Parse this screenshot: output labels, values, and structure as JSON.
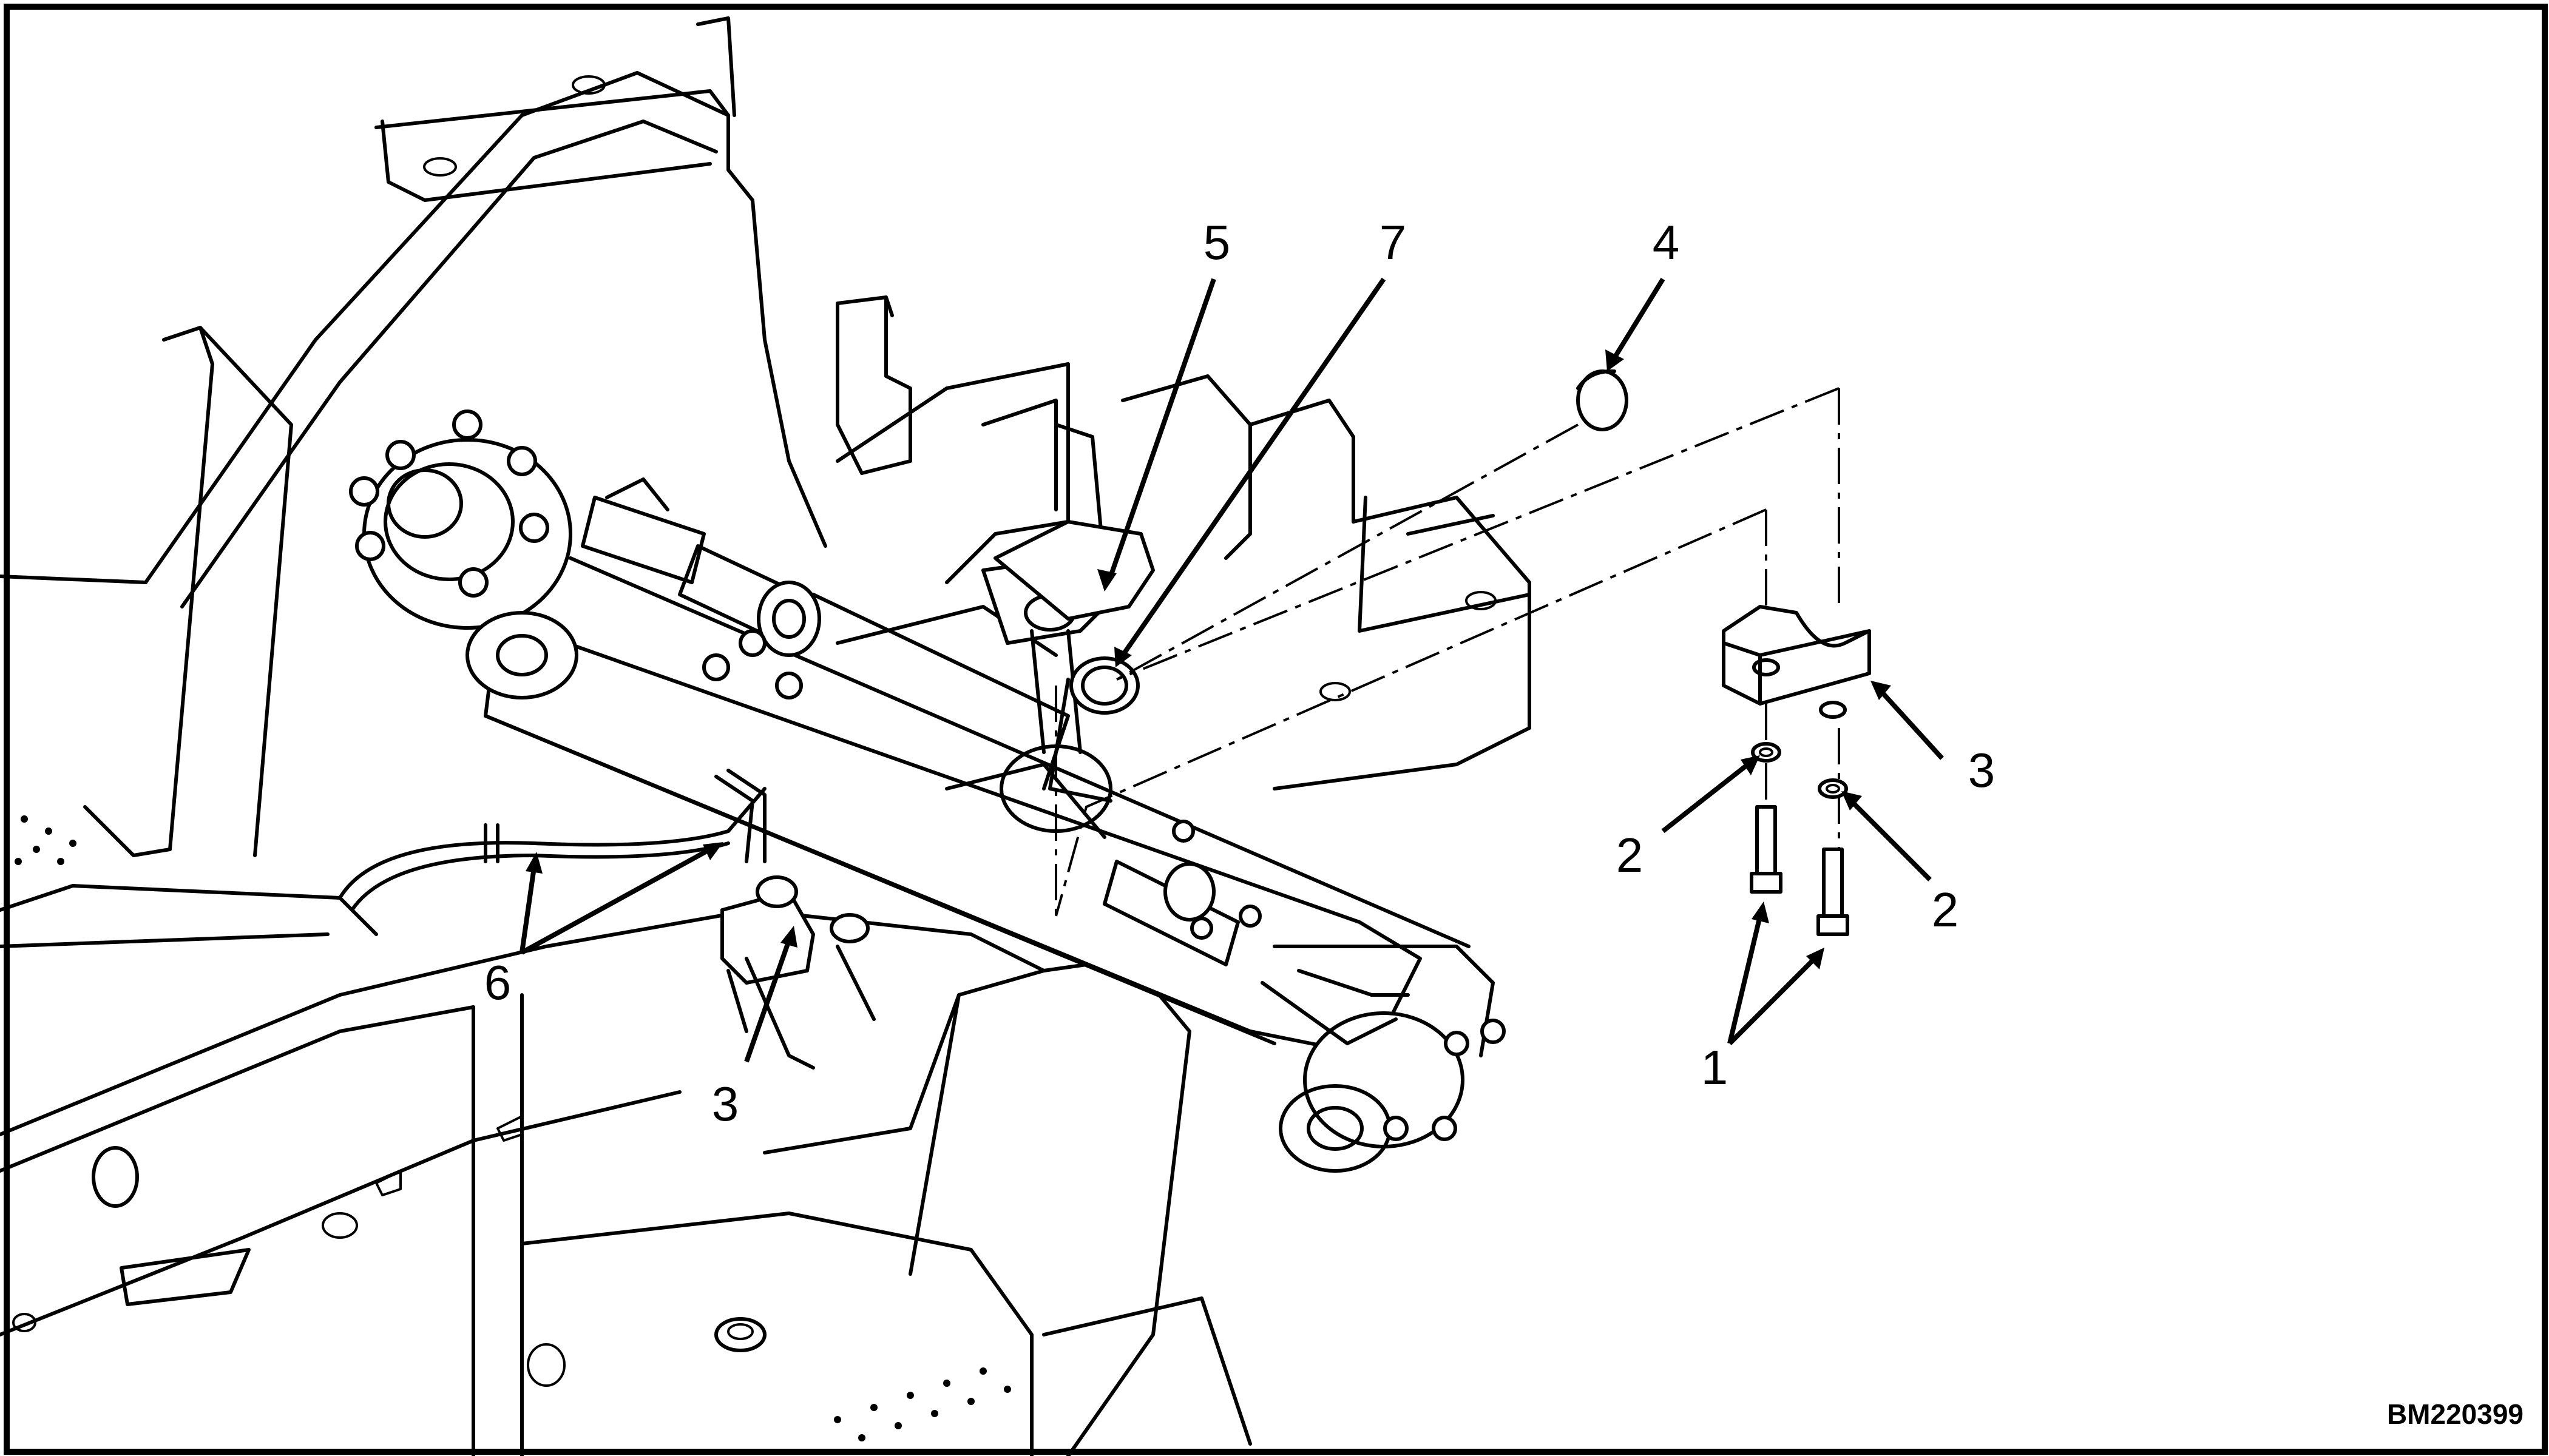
{
  "figure": {
    "id": "BM220399"
  },
  "callouts": [
    {
      "key": "bolt",
      "label": "1"
    },
    {
      "key": "washer_left",
      "label": "2"
    },
    {
      "key": "washer_right",
      "label": "2"
    },
    {
      "key": "block_right",
      "label": "3"
    },
    {
      "key": "block_lower",
      "label": "3"
    },
    {
      "key": "plug",
      "label": "4"
    },
    {
      "key": "pivot",
      "label": "5"
    },
    {
      "key": "hose",
      "label": "6"
    },
    {
      "key": "bushing",
      "label": "7"
    }
  ],
  "colors": {
    "line": "#000000",
    "background": "#ffffff"
  }
}
